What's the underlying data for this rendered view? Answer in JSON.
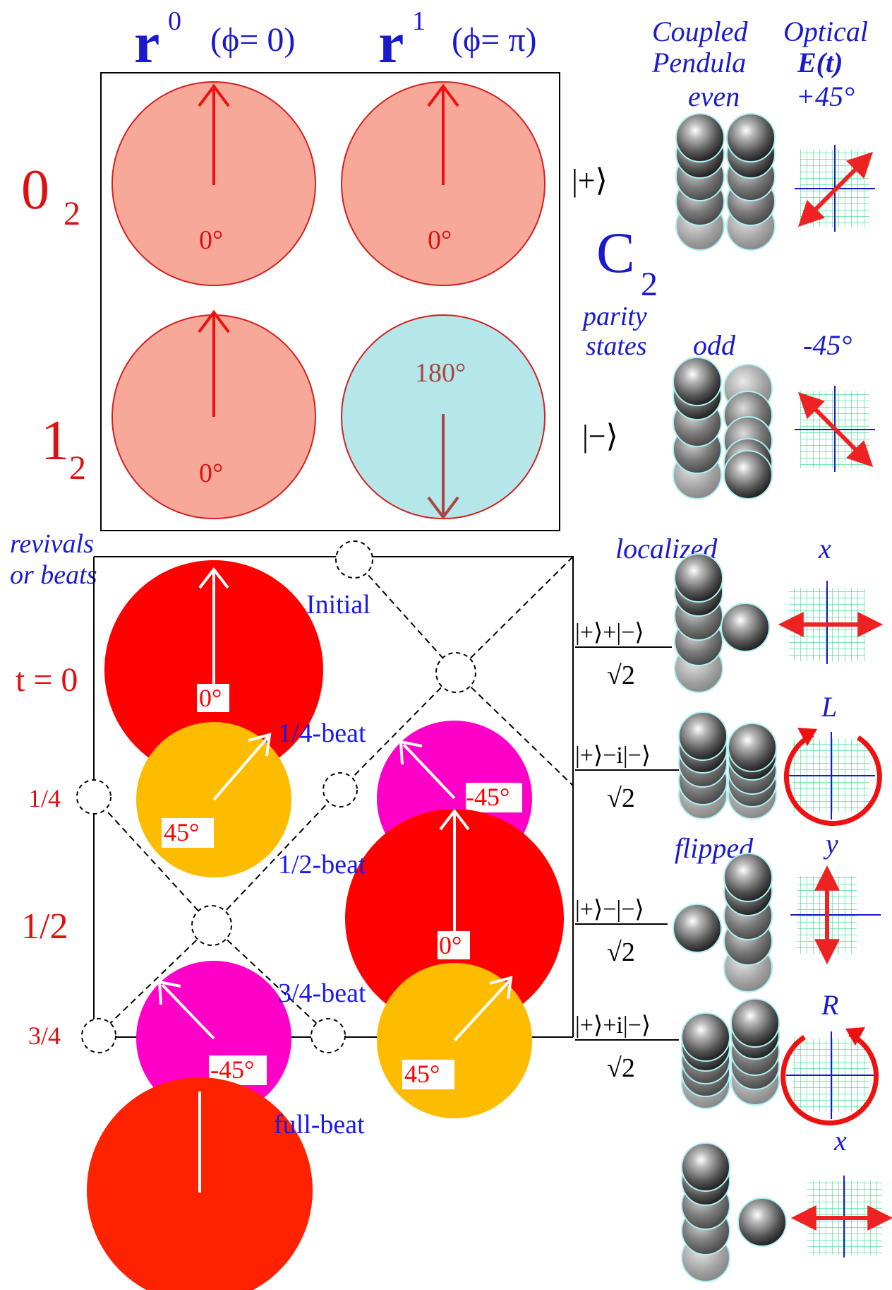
{
  "header": {
    "r0": "r",
    "r0_sup": "0",
    "r0_phase": "(ϕ= 0)",
    "r1": "r",
    "r1_sup": "1",
    "r1_phase": "(ϕ= π)"
  },
  "right_header": {
    "coupled": "Coupled",
    "pendula": "Pendula",
    "optical": "Optical",
    "field": "E(t)"
  },
  "rows": {
    "zero_main": "0",
    "zero_sub": "2",
    "one_main": "1",
    "one_sub": "2"
  },
  "top_grid": {
    "c00": "0°",
    "c01": "0°",
    "c10": "0°",
    "c11": "180°"
  },
  "parity": {
    "plus_ket": "|+⟩",
    "minus_ket": "|−⟩",
    "group_main": "C",
    "group_sub": "2",
    "parity_label": "parity",
    "states_label": "states",
    "even": "even",
    "odd": "odd",
    "plus45": "+45°",
    "minus45": "-45°"
  },
  "beats": {
    "revivals": "revivals",
    "or_beats": "or beats",
    "t0": "t = 0",
    "quarter": "1/4",
    "half": "1/2",
    "three_quarter": "3/4",
    "initial": "Initial",
    "quarter_beat": "1/4-beat",
    "half_beat": "1/2-beat",
    "three_quarter_beat": "3/4-beat",
    "full_beat": "full-beat",
    "angle_0a": "0°",
    "angle_45a": "45°",
    "angle_m45a": "-45°",
    "angle_0b": "0°",
    "angle_45b": "45°",
    "angle_m45b": "-45°"
  },
  "states": {
    "s1_num": "|+⟩+|−⟩",
    "s2_num": "|+⟩−i|−⟩",
    "s3_num": "|+⟩−|−⟩",
    "s4_num": "|+⟩+i|−⟩",
    "denom": "√2"
  },
  "pendula_labels": {
    "localized": "localized",
    "flipped": "flipped"
  },
  "optical_labels": {
    "x1": "x",
    "L": "L",
    "y": "y",
    "R": "R",
    "x2": "x"
  },
  "colors": {
    "salmon": "#f7a898",
    "cyan": "#b4e6ea",
    "red": "#ff0000",
    "orange": "#fdbc00",
    "magenta": "#ff00c8",
    "darkorange": "#ff2200",
    "text_blue": "#1a1acc",
    "text_red": "#dd1111"
  }
}
